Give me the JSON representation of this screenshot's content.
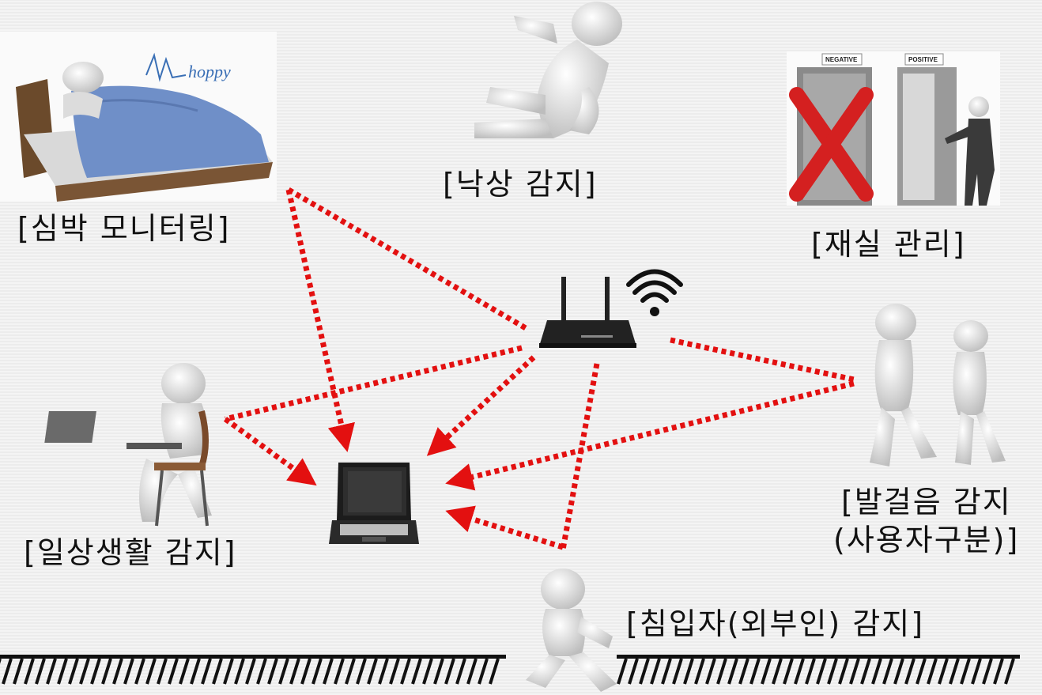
{
  "labels": {
    "heart": "[심박 모니터링]",
    "fall": "[낙상 감지]",
    "presence": "[재실 관리]",
    "daily": "[일상생활 감지]",
    "footstep_line1": "[발걸음 감지",
    "footstep_line2": "(사용자구분)]",
    "intruder": "[침입자(외부인) 감지]"
  },
  "door_tags": {
    "negative": "NEGATIVE",
    "positive": "POSITIVE"
  },
  "heart_trace_text": "hoppy",
  "colors": {
    "arrow": "#e31010",
    "blanket": "#6f8fc8",
    "bed_wood": "#6b4a2b",
    "figure": "#e6e6e6",
    "router": "#222222"
  },
  "icons": [
    "router-icon",
    "wifi-icon",
    "laptop-icon",
    "bed-icon",
    "falling-person-icon",
    "doors-icon",
    "desk-person-icon",
    "walking-people-icon",
    "jumping-person-icon"
  ]
}
